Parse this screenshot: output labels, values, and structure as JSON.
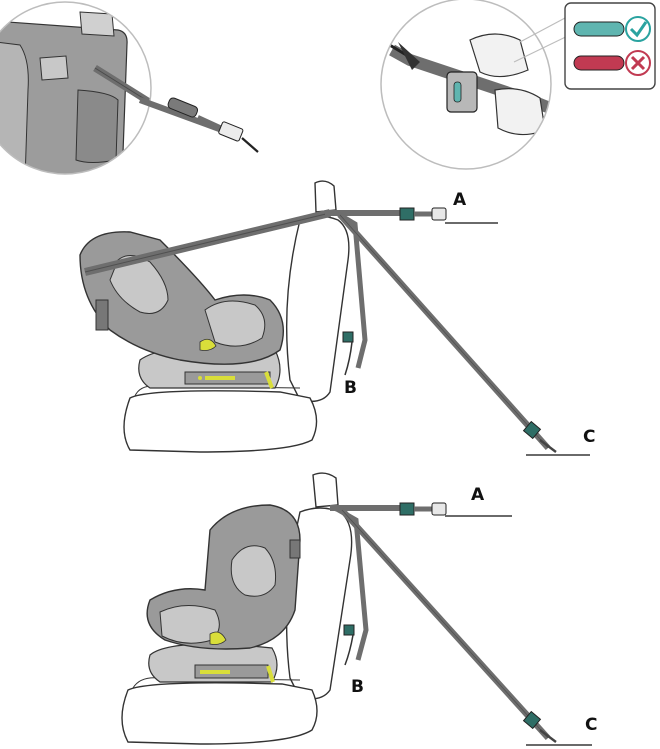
{
  "labels": {
    "top": {
      "a": "A",
      "b": "B",
      "c": "C"
    },
    "bottom": {
      "a": "A",
      "b": "B",
      "c": "C"
    }
  },
  "colors": {
    "ok_indicator": "#5fb5b0",
    "check_mark": "#2aa3a0",
    "bad_indicator": "#c13a52",
    "cross_mark": "#c13a52",
    "seat_fill": "#ffffff",
    "child_seat_fill": "#9a9a9a",
    "child_seat_light": "#c8c8c8",
    "belt": "#6e6e6e",
    "buckle": "#2f6e66",
    "accent_yellow": "#d9de3a"
  },
  "icons": [
    "check-icon",
    "cross-icon",
    "belt-tension-indicator-icon"
  ]
}
